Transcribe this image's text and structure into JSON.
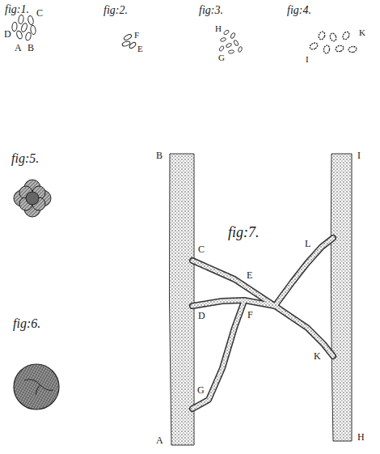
{
  "diagram": {
    "labels": [
      "fig:1.",
      "C",
      "D",
      "A",
      "B",
      "fig:2.",
      "F",
      "E",
      "fig:3.",
      "H",
      "G",
      "fig:4.",
      "K",
      "I",
      "fig:5.",
      "B",
      "fig:7.",
      "I",
      "L",
      "C",
      "E",
      "F",
      "D",
      "K",
      "G",
      "fig:6.",
      "A",
      "H"
    ]
  }
}
